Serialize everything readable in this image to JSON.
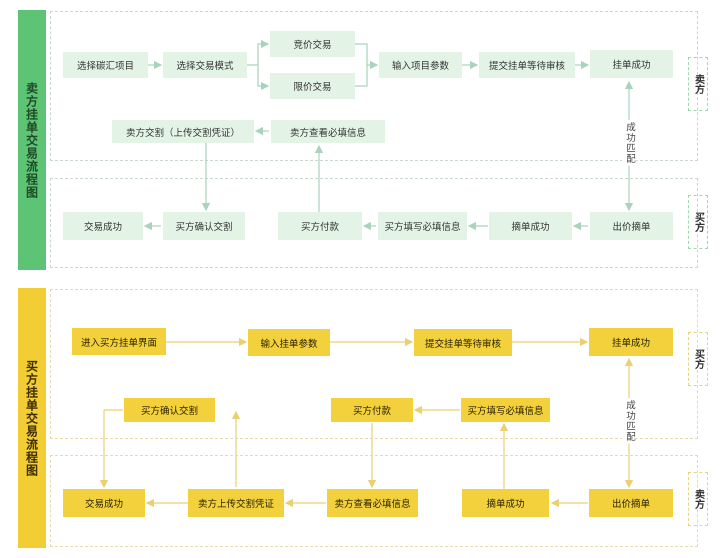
{
  "seller_section": {
    "title": "卖方挂单交易流程图",
    "side_label_top": "卖方",
    "side_label_bottom": "买方",
    "nodes": {
      "select_project": "选择碳汇项目",
      "select_mode": "选择交易模式",
      "bidding": "竞价交易",
      "fixed_price": "限价交易",
      "input_params": "输入项目参数",
      "submit_review": "提交挂单等待审核",
      "listing_success": "挂单成功",
      "seller_delivery": "卖方交割（上传交割凭证）",
      "seller_view_info": "卖方查看必填信息",
      "match_label": "成功匹配",
      "bid_order": "出价摘单",
      "take_success": "摘单成功",
      "buyer_fill_info": "买方填写必填信息",
      "buyer_pay": "买方付款",
      "buyer_confirm": "买方确认交割",
      "deal_success": "交易成功"
    }
  },
  "buyer_section": {
    "title": "买方挂单交易流程图",
    "side_label_top": "买方",
    "side_label_bottom": "卖方",
    "nodes": {
      "enter_page": "进入买方挂单界面",
      "input_params": "输入挂单参数",
      "submit_review": "提交挂单等待审核",
      "listing_success": "挂单成功",
      "buyer_confirm": "买方确认交割",
      "buyer_pay": "买方付款",
      "buyer_fill_info": "买方填写必填信息",
      "match_label": "成功匹配",
      "deal_success": "交易成功",
      "seller_upload": "卖方上传交割凭证",
      "seller_view_info": "卖方查看必填信息",
      "take_success": "摘单成功",
      "bid_order": "出价摘单"
    }
  },
  "colors": {
    "green_bar": "#5cc474",
    "green_node": "#e3f4e7",
    "green_arrow": "#a9d3bd",
    "yellow_bar": "#f2cd34",
    "yellow_node": "#f3d13d",
    "yellow_arrow": "#e9d071"
  }
}
